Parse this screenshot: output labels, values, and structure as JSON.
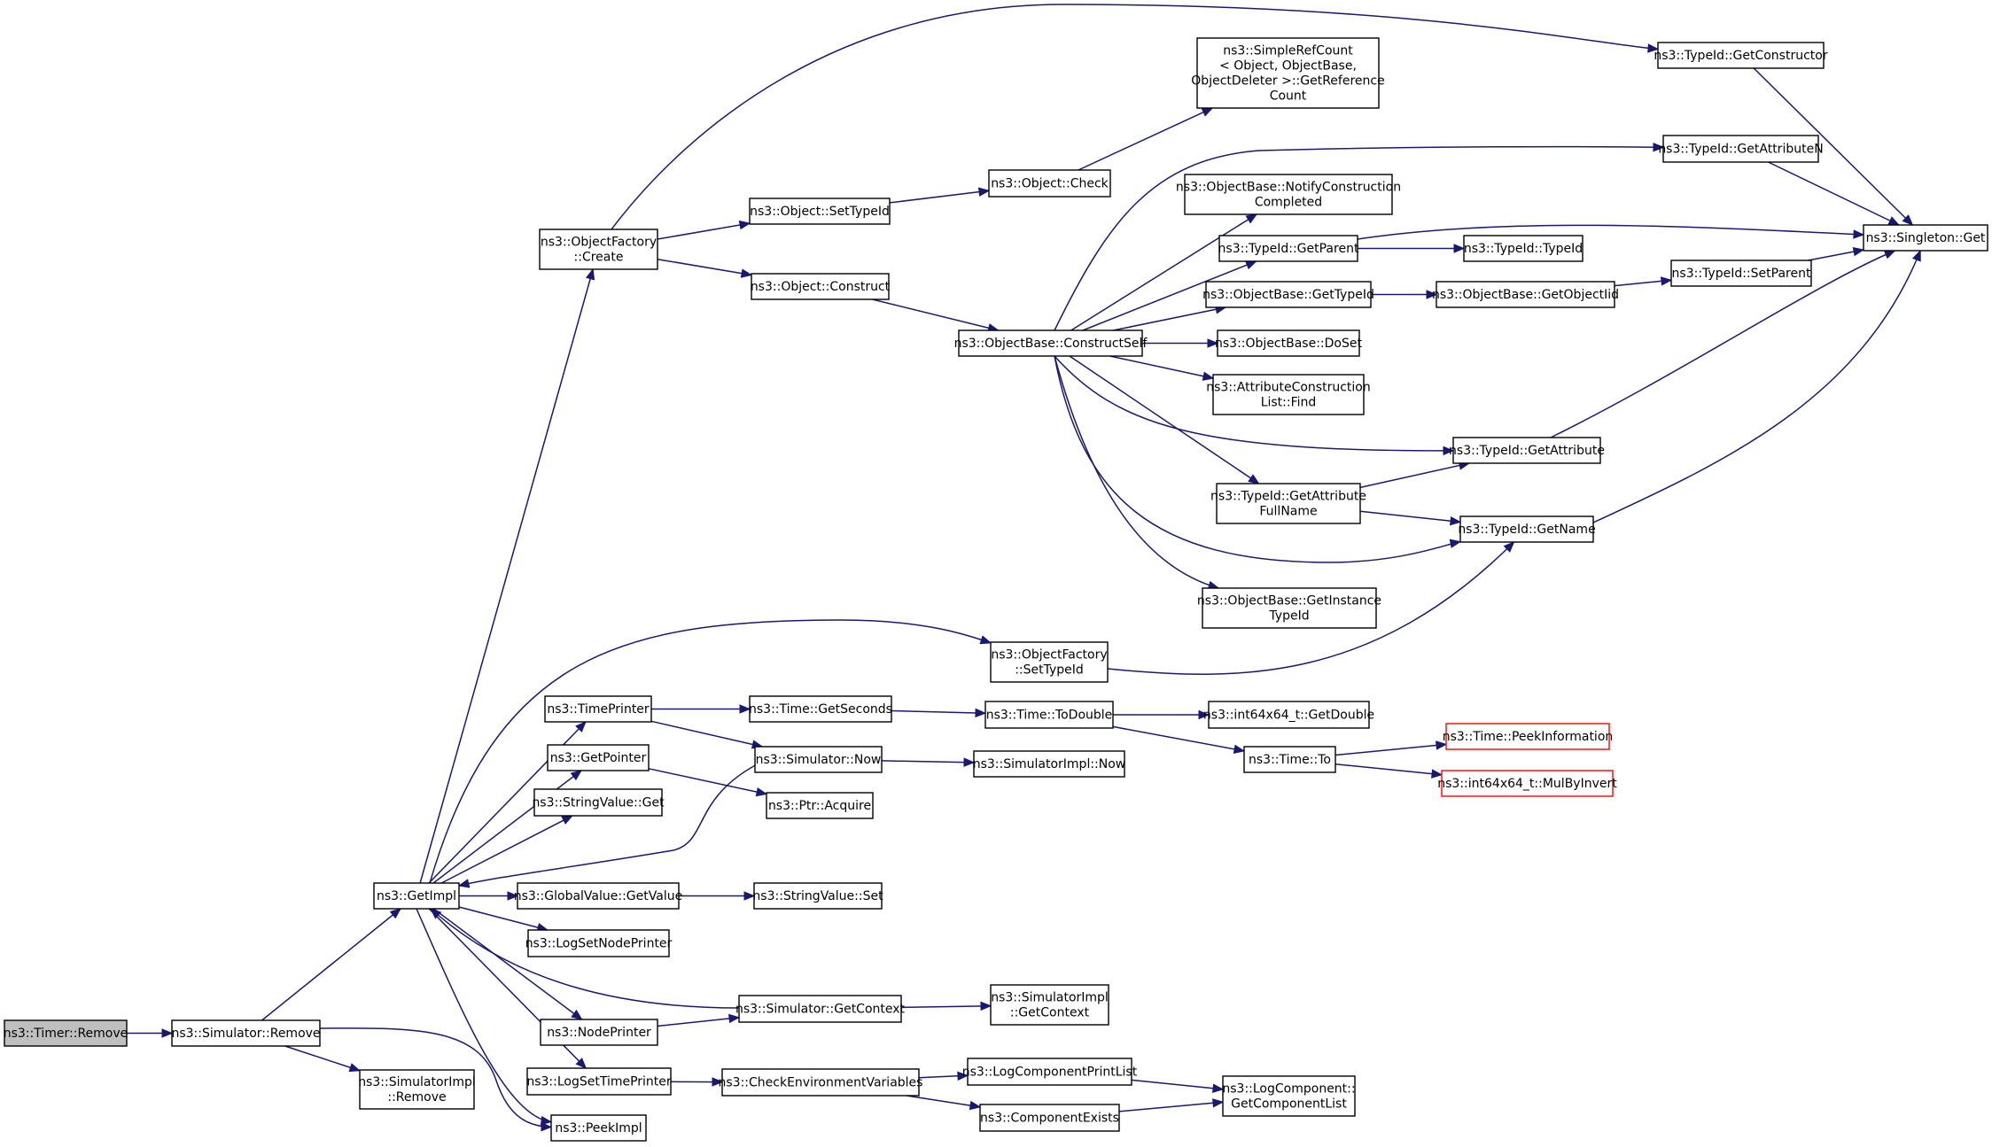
{
  "colors": {
    "edge": "#191970",
    "node_border": "#000000",
    "node_border_highlight": "#ff0000",
    "root_fill": "#bfbfbf",
    "background": "#ffffff"
  },
  "nodes": [
    {
      "id": "timer_remove",
      "lines": [
        "ns3::Timer::Remove"
      ],
      "style": "root"
    },
    {
      "id": "sim_remove",
      "lines": [
        "ns3::Simulator::Remove"
      ]
    },
    {
      "id": "simimpl_remove",
      "lines": [
        "ns3::SimulatorImpl",
        "::Remove"
      ]
    },
    {
      "id": "getimpl",
      "lines": [
        "ns3::GetImpl"
      ]
    },
    {
      "id": "peekimpl",
      "lines": [
        "ns3::PeekImpl"
      ]
    },
    {
      "id": "objfactory_create",
      "lines": [
        "ns3::ObjectFactory",
        "::Create"
      ]
    },
    {
      "id": "timeprinter",
      "lines": [
        "ns3::TimePrinter"
      ]
    },
    {
      "id": "getpointer",
      "lines": [
        "ns3::GetPointer"
      ]
    },
    {
      "id": "stringvalue_get",
      "lines": [
        "ns3::StringValue::Get"
      ]
    },
    {
      "id": "globalvalue_getvalue",
      "lines": [
        "ns3::GlobalValue::GetValue"
      ]
    },
    {
      "id": "logsetnodeprinter",
      "lines": [
        "ns3::LogSetNodePrinter"
      ]
    },
    {
      "id": "nodeprinter",
      "lines": [
        "ns3::NodePrinter"
      ]
    },
    {
      "id": "logsettimeprinter",
      "lines": [
        "ns3::LogSetTimePrinter"
      ]
    },
    {
      "id": "object_settypeid",
      "lines": [
        "ns3::Object::SetTypeId"
      ]
    },
    {
      "id": "object_construct",
      "lines": [
        "ns3::Object::Construct"
      ]
    },
    {
      "id": "time_getseconds",
      "lines": [
        "ns3::Time::GetSeconds"
      ]
    },
    {
      "id": "simulator_now",
      "lines": [
        "ns3::Simulator::Now"
      ]
    },
    {
      "id": "ptr_acquire",
      "lines": [
        "ns3::Ptr::Acquire"
      ]
    },
    {
      "id": "stringvalue_set",
      "lines": [
        "ns3::StringValue::Set"
      ]
    },
    {
      "id": "simulator_getcontext",
      "lines": [
        "ns3::Simulator::GetContext"
      ]
    },
    {
      "id": "checkenv",
      "lines": [
        "ns3::CheckEnvironmentVariables"
      ]
    },
    {
      "id": "object_check",
      "lines": [
        "ns3::Object::Check"
      ]
    },
    {
      "id": "objbase_constructself",
      "lines": [
        "ns3::ObjectBase::ConstructSelf"
      ]
    },
    {
      "id": "objfactory_settypeid",
      "lines": [
        "ns3::ObjectFactory",
        "::SetTypeId"
      ]
    },
    {
      "id": "time_todouble",
      "lines": [
        "ns3::Time::ToDouble"
      ]
    },
    {
      "id": "simimpl_now",
      "lines": [
        "ns3::SimulatorImpl::Now"
      ]
    },
    {
      "id": "simimpl_getcontext",
      "lines": [
        "ns3::SimulatorImpl",
        "::GetContext"
      ]
    },
    {
      "id": "logcomponentprintlist",
      "lines": [
        "ns3::LogComponentPrintList"
      ]
    },
    {
      "id": "componentexists",
      "lines": [
        "ns3::ComponentExists"
      ]
    },
    {
      "id": "simplerefcount",
      "lines": [
        "ns3::SimpleRefCount",
        "< Object, ObjectBase,",
        "ObjectDeleter >::GetReference",
        "Count"
      ]
    },
    {
      "id": "objbase_notify",
      "lines": [
        "ns3::ObjectBase::NotifyConstruction",
        "Completed"
      ]
    },
    {
      "id": "typeid_getparent",
      "lines": [
        "ns3::TypeId::GetParent"
      ]
    },
    {
      "id": "objbase_gettypeid",
      "lines": [
        "ns3::ObjectBase::GetTypeId"
      ]
    },
    {
      "id": "objbase_doset",
      "lines": [
        "ns3::ObjectBase::DoSet"
      ]
    },
    {
      "id": "attrconstruction_find",
      "lines": [
        "ns3::AttributeConstruction",
        "List::Find"
      ]
    },
    {
      "id": "typeid_getattributefullname",
      "lines": [
        "ns3::TypeId::GetAttribute",
        "FullName"
      ]
    },
    {
      "id": "objbase_getinstancetypeid",
      "lines": [
        "ns3::ObjectBase::GetInstance",
        "TypeId"
      ]
    },
    {
      "id": "int64_getdouble",
      "lines": [
        "ns3::int64x64_t::GetDouble"
      ]
    },
    {
      "id": "time_to",
      "lines": [
        "ns3::Time::To"
      ]
    },
    {
      "id": "logcomponent_getcomponentlist",
      "lines": [
        "ns3::LogComponent::",
        "GetComponentList"
      ]
    },
    {
      "id": "typeid_getconstructor",
      "lines": [
        "ns3::TypeId::GetConstructor"
      ]
    },
    {
      "id": "typeid_getattributen",
      "lines": [
        "ns3::TypeId::GetAttributeN"
      ]
    },
    {
      "id": "typeid_typeid",
      "lines": [
        "ns3::TypeId::TypeId"
      ]
    },
    {
      "id": "objbase_getobjectiid",
      "lines": [
        "ns3::ObjectBase::GetObjectIid"
      ]
    },
    {
      "id": "typeid_getattribute",
      "lines": [
        "ns3::TypeId::GetAttribute"
      ]
    },
    {
      "id": "typeid_getname",
      "lines": [
        "ns3::TypeId::GetName"
      ]
    },
    {
      "id": "time_peekinformation",
      "lines": [
        "ns3::Time::PeekInformation"
      ],
      "style": "red"
    },
    {
      "id": "int64_mulbyinvert",
      "lines": [
        "ns3::int64x64_t::MulByInvert"
      ],
      "style": "red"
    },
    {
      "id": "typeid_setparent",
      "lines": [
        "ns3::TypeId::SetParent"
      ]
    },
    {
      "id": "singleton_get",
      "lines": [
        "ns3::Singleton::Get"
      ]
    }
  ],
  "edges": [
    [
      "timer_remove",
      "sim_remove"
    ],
    [
      "sim_remove",
      "getimpl"
    ],
    [
      "sim_remove",
      "simimpl_remove"
    ],
    [
      "sim_remove",
      "peekimpl"
    ],
    [
      "getimpl",
      "objfactory_create"
    ],
    [
      "getimpl",
      "objfactory_settypeid"
    ],
    [
      "getimpl",
      "timeprinter"
    ],
    [
      "getimpl",
      "getpointer"
    ],
    [
      "getimpl",
      "stringvalue_get"
    ],
    [
      "getimpl",
      "globalvalue_getvalue"
    ],
    [
      "getimpl",
      "logsetnodeprinter"
    ],
    [
      "getimpl",
      "nodeprinter"
    ],
    [
      "getimpl",
      "logsettimeprinter"
    ],
    [
      "getimpl",
      "peekimpl"
    ],
    [
      "simulator_now",
      "getimpl"
    ],
    [
      "simulator_getcontext",
      "getimpl"
    ],
    [
      "objfactory_create",
      "object_settypeid"
    ],
    [
      "objfactory_create",
      "object_construct"
    ],
    [
      "objfactory_create",
      "typeid_getconstructor"
    ],
    [
      "object_settypeid",
      "object_check"
    ],
    [
      "object_check",
      "simplerefcount"
    ],
    [
      "object_construct",
      "objbase_constructself"
    ],
    [
      "objbase_constructself",
      "objbase_notify"
    ],
    [
      "objbase_constructself",
      "typeid_getattributen"
    ],
    [
      "objbase_constructself",
      "typeid_getparent"
    ],
    [
      "objbase_constructself",
      "objbase_gettypeid"
    ],
    [
      "objbase_constructself",
      "objbase_doset"
    ],
    [
      "objbase_constructself",
      "attrconstruction_find"
    ],
    [
      "objbase_constructself",
      "typeid_getattribute"
    ],
    [
      "objbase_constructself",
      "typeid_getattributefullname"
    ],
    [
      "objbase_constructself",
      "typeid_getname"
    ],
    [
      "objbase_constructself",
      "objbase_getinstancetypeid"
    ],
    [
      "typeid_getparent",
      "typeid_typeid"
    ],
    [
      "typeid_getparent",
      "singleton_get"
    ],
    [
      "objbase_gettypeid",
      "objbase_getobjectiid"
    ],
    [
      "objbase_getobjectiid",
      "typeid_setparent"
    ],
    [
      "typeid_setparent",
      "singleton_get"
    ],
    [
      "typeid_getattributefullname",
      "typeid_getattribute"
    ],
    [
      "typeid_getattributefullname",
      "typeid_getname"
    ],
    [
      "typeid_getattribute",
      "singleton_get"
    ],
    [
      "typeid_getname",
      "singleton_get"
    ],
    [
      "typeid_getattributen",
      "singleton_get"
    ],
    [
      "typeid_getconstructor",
      "singleton_get"
    ],
    [
      "objfactory_settypeid",
      "typeid_getname"
    ],
    [
      "timeprinter",
      "time_getseconds"
    ],
    [
      "timeprinter",
      "simulator_now"
    ],
    [
      "time_getseconds",
      "time_todouble"
    ],
    [
      "time_todouble",
      "int64_getdouble"
    ],
    [
      "time_todouble",
      "time_to"
    ],
    [
      "time_to",
      "time_peekinformation"
    ],
    [
      "time_to",
      "int64_mulbyinvert"
    ],
    [
      "simulator_now",
      "simimpl_now"
    ],
    [
      "getpointer",
      "ptr_acquire"
    ],
    [
      "globalvalue_getvalue",
      "stringvalue_set"
    ],
    [
      "nodeprinter",
      "simulator_getcontext"
    ],
    [
      "simulator_getcontext",
      "simimpl_getcontext"
    ],
    [
      "logsettimeprinter",
      "checkenv"
    ],
    [
      "checkenv",
      "logcomponentprintlist"
    ],
    [
      "checkenv",
      "componentexists"
    ],
    [
      "logcomponentprintlist",
      "logcomponent_getcomponentlist"
    ],
    [
      "componentexists",
      "logcomponent_getcomponentlist"
    ]
  ]
}
